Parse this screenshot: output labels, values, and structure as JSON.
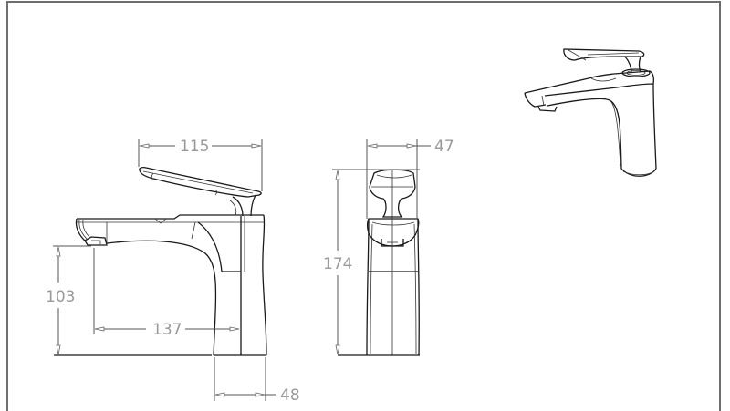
{
  "drawing": {
    "subject": "Single-lever basin faucet technical drawing",
    "frame_color": "#6e6e6e",
    "line_color": "#1a1a1a",
    "dimension_text_color": "#9a9a9a",
    "views": {
      "side": {
        "dimensions": {
          "handle_length": "115",
          "spout_height": "103",
          "spout_reach": "137",
          "base_depth": "48"
        }
      },
      "front": {
        "dimensions": {
          "width": "47",
          "height": "174"
        }
      },
      "perspective": {
        "label": ""
      }
    }
  }
}
